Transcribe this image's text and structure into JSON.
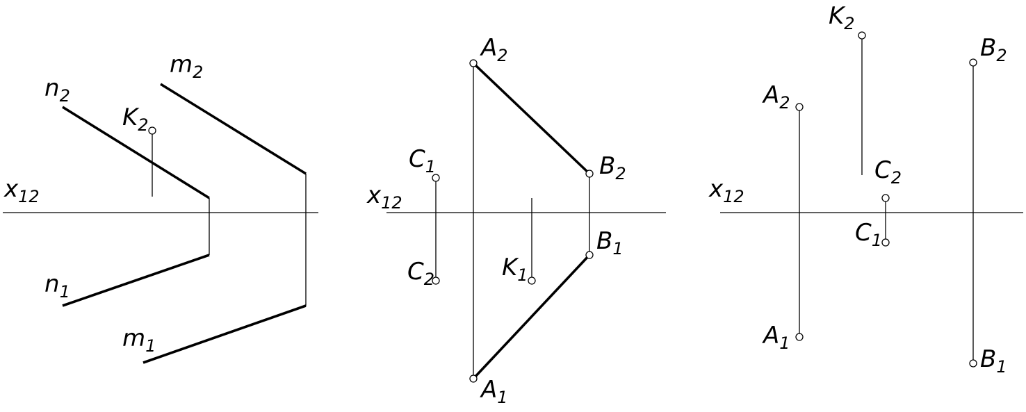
{
  "axis_label": {
    "main": "x",
    "sub": "12"
  },
  "panel1": {
    "n2": {
      "main": "n",
      "sub": "2"
    },
    "n1": {
      "main": "n",
      "sub": "1"
    },
    "m2": {
      "main": "m",
      "sub": "2"
    },
    "m1": {
      "main": "m",
      "sub": "1"
    },
    "k2": {
      "main": "K",
      "sub": "2"
    }
  },
  "panel2": {
    "a2": {
      "main": "A",
      "sub": "2"
    },
    "a1": {
      "main": "A",
      "sub": "1"
    },
    "b2": {
      "main": "B",
      "sub": "2"
    },
    "b1": {
      "main": "B",
      "sub": "1"
    },
    "c1": {
      "main": "C",
      "sub": "1"
    },
    "c2": {
      "main": "C",
      "sub": "2"
    },
    "k1": {
      "main": "K",
      "sub": "1"
    }
  },
  "panel3": {
    "k2": {
      "main": "K",
      "sub": "2"
    },
    "a2": {
      "main": "A",
      "sub": "2"
    },
    "a1": {
      "main": "A",
      "sub": "1"
    },
    "b2": {
      "main": "B",
      "sub": "2"
    },
    "b1": {
      "main": "B",
      "sub": "1"
    },
    "c2": {
      "main": "C",
      "sub": "2"
    },
    "c1": {
      "main": "C",
      "sub": "1"
    }
  }
}
